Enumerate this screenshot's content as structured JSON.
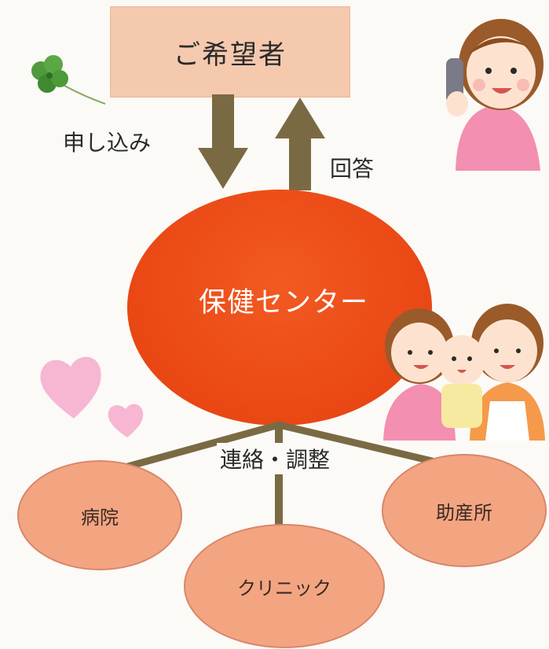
{
  "diagram": {
    "applicant_label": "ご希望者",
    "center_label": "保健センター",
    "arrow_down_label": "申し込み",
    "arrow_up_label": "回答",
    "connector_label": "連絡・調整",
    "nodes": {
      "hospital": "病院",
      "clinic": "クリニック",
      "midwife": "助産所"
    }
  },
  "colors": {
    "arrow": "#7a6a44",
    "center": "#eb4a16",
    "node_fill": "#f3a581",
    "top_box": "#f5c9ae"
  }
}
